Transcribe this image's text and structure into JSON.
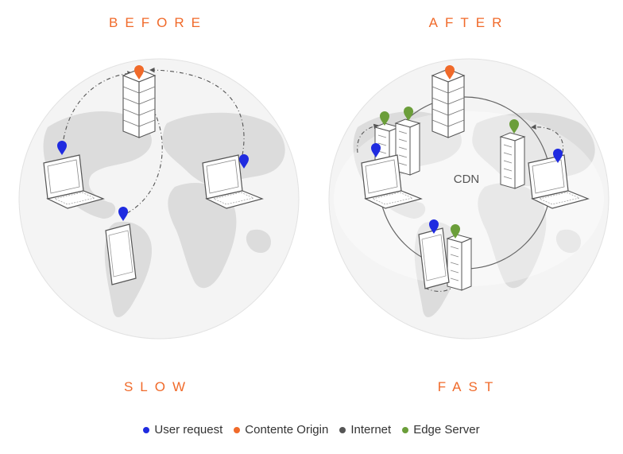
{
  "headings": {
    "before": "BEFORE",
    "after": "AFTER",
    "slow": "SLOW",
    "fast": "FAST"
  },
  "diagram": {
    "cdn_label": "CDN"
  },
  "legend": [
    {
      "label": "User request",
      "color": "#1f2be0",
      "icon": "blue-dot"
    },
    {
      "label": "Contente Origin",
      "color": "#f06a2a",
      "icon": "orange-dot"
    },
    {
      "label": "Internet",
      "color": "#555555",
      "icon": "gray-dot"
    },
    {
      "label": "Edge Server",
      "color": "#6b9e3a",
      "icon": "green-dot"
    }
  ],
  "colors": {
    "accent": "#f06a2a",
    "user": "#1f2be0",
    "origin": "#f06a2a",
    "edge": "#6b9e3a",
    "globe": "#f4f4f4",
    "land": "#dcdcdc",
    "line": "#555555"
  }
}
